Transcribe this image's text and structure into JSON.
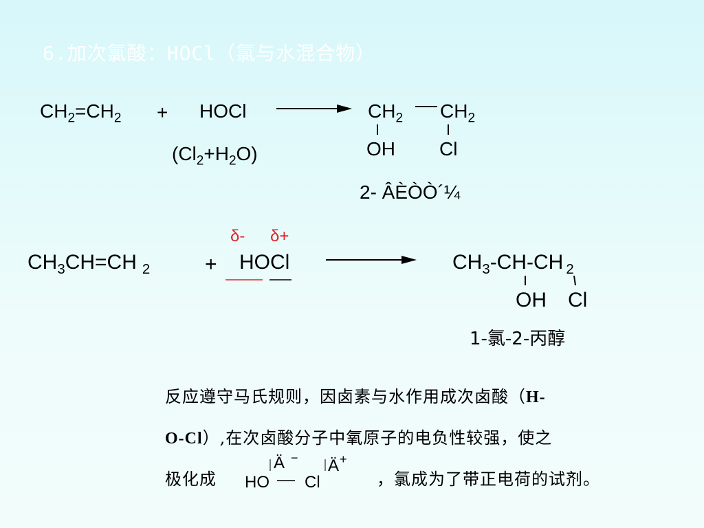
{
  "title": "6.加次氯酸：HOCl（氯与水混合物）",
  "reaction1": {
    "reactant1": [
      "CH",
      "2",
      "=CH",
      "2"
    ],
    "plus": "+",
    "reagent": "HOCl",
    "condition": [
      "(Cl",
      "2",
      "+H",
      "2",
      "O)"
    ],
    "product_top": [
      "CH",
      "2",
      "CH",
      "2"
    ],
    "product_sub": [
      "OH",
      "Cl"
    ],
    "product_name": "2- ÂÈÒÒ´¼"
  },
  "reaction2": {
    "delta_minus": "δ-",
    "delta_plus": "δ+",
    "reactant1": [
      "CH",
      "3",
      "CH=CH",
      "2"
    ],
    "plus": "+",
    "reagent": "HOCl",
    "product_top": [
      "CH",
      "3",
      "-CH-CH",
      "2"
    ],
    "product_sub": [
      "OH",
      "Cl"
    ],
    "product_name": "1-氯-2-丙醇"
  },
  "paragraph": {
    "line1_text": "反应遵守马氏规则，因卤素与水作用成次卤酸（",
    "line1_bold": "H-",
    "line2_bold": "O-Cl",
    "line2_text": "）,在次卤酸分子中氧原子的电负性较强，使之",
    "line3_start": "极化成",
    "line3_end": "，氯成为了带正电荷的试剂。",
    "polar_ho": "HO",
    "polar_cl": "Cl",
    "polar_a1": "Ä",
    "polar_a2": "Ä",
    "polar_minus": "−",
    "polar_plus": "+"
  }
}
